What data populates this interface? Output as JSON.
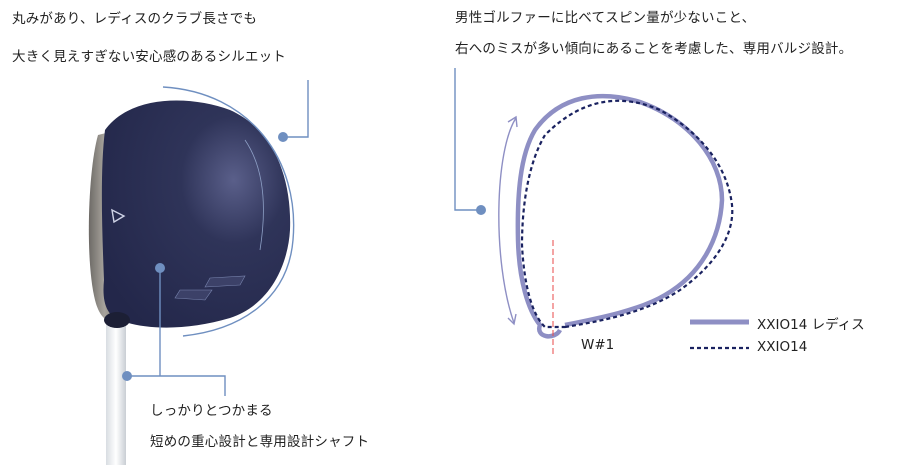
{
  "left_callout_top": {
    "line1": "丸みがあり、レディスのクラブ長さでも",
    "line2": "大きく見えすぎない安心感のあるシルエット"
  },
  "left_callout_bottom": {
    "line1": "しっかりとつかまる",
    "line2": "短めの重心設計と専用設計シャフト"
  },
  "right_callout": {
    "line1": "男性ゴルファーに比べてスピン量が少ないこと、",
    "line2": "右へのミスが多い傾向にあることを考慮した、専用バルジ設計。"
  },
  "diagram": {
    "club_label": "W#1",
    "legend": [
      {
        "label": "XXIO14 レディス",
        "style": "solid",
        "color": "#8e8fc4"
      },
      {
        "label": "XXIO14",
        "style": "dashed",
        "color": "#1a2260"
      }
    ]
  },
  "colors": {
    "connector": "#6f8fc0",
    "crown": "#2d3156",
    "center_line": "#e84a4a"
  }
}
